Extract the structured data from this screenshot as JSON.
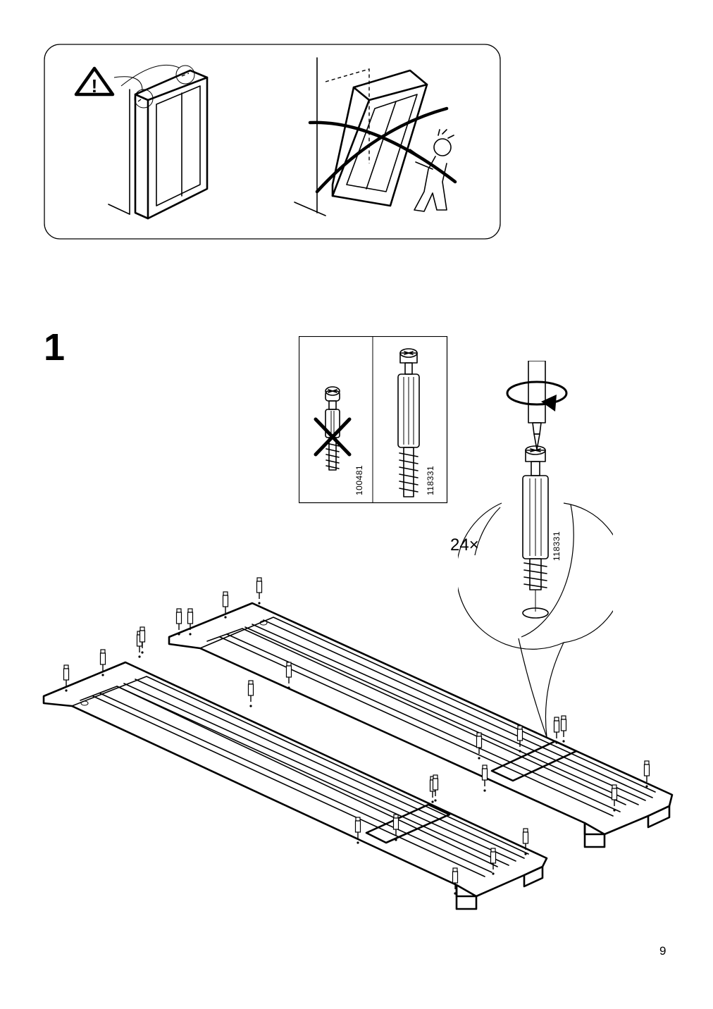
{
  "step": {
    "number": "1"
  },
  "page": {
    "number": "9"
  },
  "hardware": {
    "wrong_part_code": "100481",
    "correct_part_code": "118331",
    "detail_part_code": "118331",
    "quantity": "24×"
  },
  "warning": {
    "icon": "warning-triangle-icon",
    "text": "!"
  }
}
